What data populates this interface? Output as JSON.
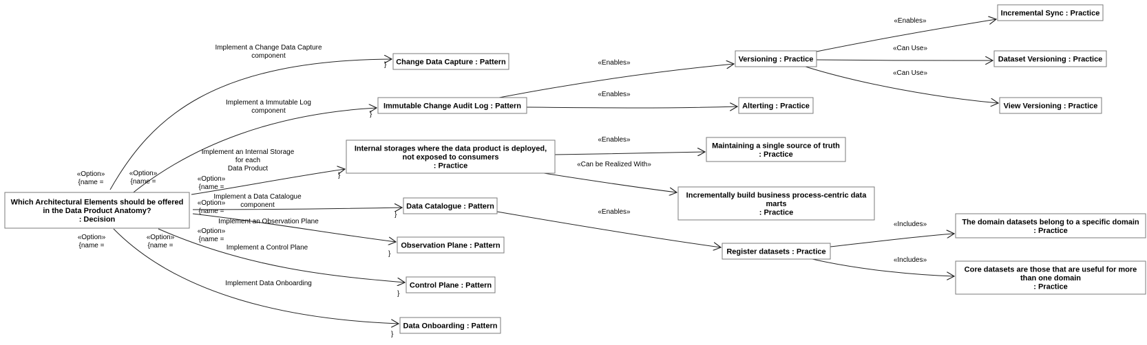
{
  "nodes": {
    "decision": [
      "Which Architectural Elements should be offered",
      "in the Data Product Anatomy?",
      ": Decision"
    ],
    "cdc": [
      "Change Data Capture : Pattern"
    ],
    "immutable_log": [
      "Immutable Change Audit Log : Pattern"
    ],
    "internal_storage": [
      "Internal storages where the data product is deployed,",
      "not exposed to consumers",
      ": Practice"
    ],
    "data_catalogue": [
      "Data Catalogue : Pattern"
    ],
    "observation_plane": [
      "Observation Plane : Pattern"
    ],
    "control_plane": [
      "Control Plane : Pattern"
    ],
    "data_onboarding": [
      "Data Onboarding : Pattern"
    ],
    "versioning": [
      "Versioning : Practice"
    ],
    "alerting": [
      "Alterting : Practice"
    ],
    "single_source": [
      "Maintaining a single source of truth",
      ": Practice"
    ],
    "incremental_marts": [
      "Incrementally build business process-centric data",
      "marts",
      ": Practice"
    ],
    "register_datasets": [
      "Register datasets : Practice"
    ],
    "incremental_sync": [
      "Incremental Sync : Practice"
    ],
    "dataset_versioning": [
      "Dataset Versioning : Practice"
    ],
    "view_versioning": [
      "View Versioning : Practice"
    ],
    "domain_datasets": [
      "The domain datasets belong to a specific domain",
      ": Practice"
    ],
    "core_datasets": [
      "Core datasets are those that are useful for more",
      "than one domain",
      ": Practice"
    ]
  },
  "edge_labels": {
    "to_cdc": [
      "Implement a Change Data Capture",
      "component"
    ],
    "to_immutable_log": [
      "Implement a Immutable Log",
      "component"
    ],
    "to_internal_storage": [
      "Implement an Internal Storage",
      "for each",
      "Data Product"
    ],
    "to_data_catalogue": [
      "Implement a Data Catalogue",
      "component"
    ],
    "to_observation_plane": [
      "Implement an Observation Plane"
    ],
    "to_control_plane": [
      "Implement a Control Plane"
    ],
    "to_data_onboarding": [
      "Implement Data Onboarding"
    ],
    "immutable_to_versioning": [
      "«Enables»"
    ],
    "immutable_to_alerting": [
      "«Enables»"
    ],
    "storage_to_single_source": [
      "«Enables»"
    ],
    "storage_to_incremental_marts": [
      "«Can be Realized With»"
    ],
    "catalogue_to_register": [
      "«Enables»"
    ],
    "versioning_to_incremental_sync": [
      "«Enables»"
    ],
    "versioning_to_dataset_versioning": [
      "«Can Use»"
    ],
    "versioning_to_view_versioning": [
      "«Can Use»"
    ],
    "register_to_domain": [
      "«Includes»"
    ],
    "register_to_core": [
      "«Includes»"
    ]
  },
  "option_tag": [
    "«Option»",
    "{name ="
  ],
  "brace_char": "}"
}
